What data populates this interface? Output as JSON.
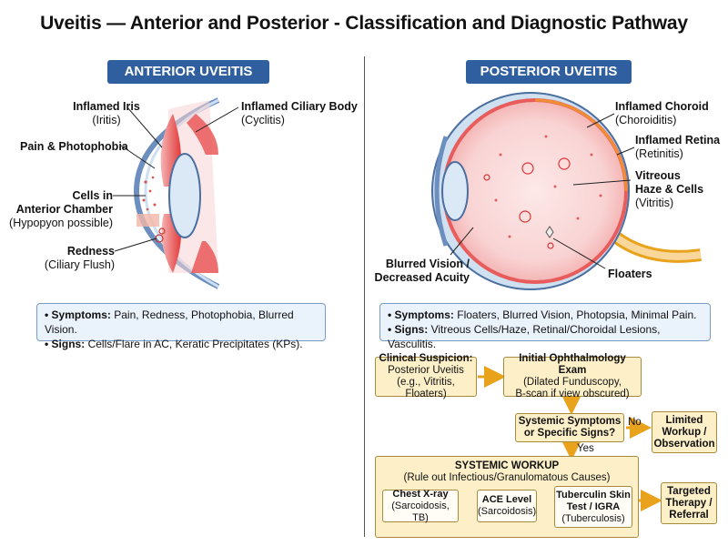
{
  "title": "Uveitis — Anterior and Posterior - Classification and Diagnostic Pathway",
  "anterior": {
    "header": "ANTERIOR UVEITIS",
    "labels": {
      "iris": {
        "main": "Inflamed Iris",
        "sub": "(Iritis)"
      },
      "ciliary": {
        "main": "Inflamed Ciliary Body",
        "sub": "(Cyclitis)"
      },
      "pain": {
        "main": "Pain & Photophobia"
      },
      "cells": {
        "main1": "Cells in",
        "main2": "Anterior Chamber",
        "sub": "(Hypopyon possible)"
      },
      "redness": {
        "main": "Redness",
        "sub": "(Ciliary Flush)"
      }
    },
    "symptoms_label": "Symptoms:",
    "symptoms": "Pain, Redness, Photophobia, Blurred Vision.",
    "signs_label": "Signs:",
    "signs": "Cells/Flare in AC, Keratic Precipitates (KPs)."
  },
  "posterior": {
    "header": "POSTERIOR UVEITIS",
    "labels": {
      "choroid": {
        "main": "Inflamed Choroid",
        "sub": "(Choroiditis)"
      },
      "retina": {
        "main": "Inflamed Retina",
        "sub": "(Retinitis)"
      },
      "vitreous": {
        "main1": "Vitreous",
        "main2": "Haze & Cells",
        "sub": "(Vitritis)"
      },
      "blurred": {
        "main1": "Blurred Vision /",
        "main2": "Decreased Acuity"
      },
      "floaters": {
        "main": "Floaters"
      }
    },
    "symptoms_label": "Symptoms:",
    "symptoms": "Floaters, Blurred Vision, Photopsia, Minimal Pain.",
    "signs_label": "Signs:",
    "signs": "Vitreous Cells/Haze, Retinal/Choroidal Lesions, Vasculitis."
  },
  "flow": {
    "suspicion": {
      "h": "Clinical Suspicion:",
      "l2": "Posterior Uveitis",
      "l3": "(e.g., Vitritis, Floaters)"
    },
    "exam": {
      "h": "Initial Ophthalmology Exam",
      "l2": "(Dilated Funduscopy,",
      "l3": "B-scan if view obscured)"
    },
    "decision": {
      "l1": "Systemic Symptoms",
      "l2": "or Specific Signs?"
    },
    "no": "No",
    "yes": "Yes",
    "limited": {
      "l1": "Limited",
      "l2": "Workup /",
      "l3": "Observation"
    },
    "workup": {
      "h": "SYSTEMIC WORKUP",
      "l2": "(Rule out Infectious/Granulomatous Causes)"
    },
    "xray": {
      "h": "Chest X-ray",
      "l2": "(Sarcoidosis, TB)"
    },
    "ace": {
      "h": "ACE Level",
      "l2": "(Sarcoidosis)"
    },
    "tb": {
      "h1": "Tuberculin Skin",
      "h2": "Test / IGRA",
      "l2": "(Tuberculosis)"
    },
    "targeted": {
      "l1": "Targeted",
      "l2": "Therapy /",
      "l3": "Referral"
    }
  },
  "colors": {
    "accent": "#2f5f9e",
    "flow_fill": "#fdf0c8",
    "arrow": "#e8a21c",
    "inflamed": "#e23a3a"
  }
}
